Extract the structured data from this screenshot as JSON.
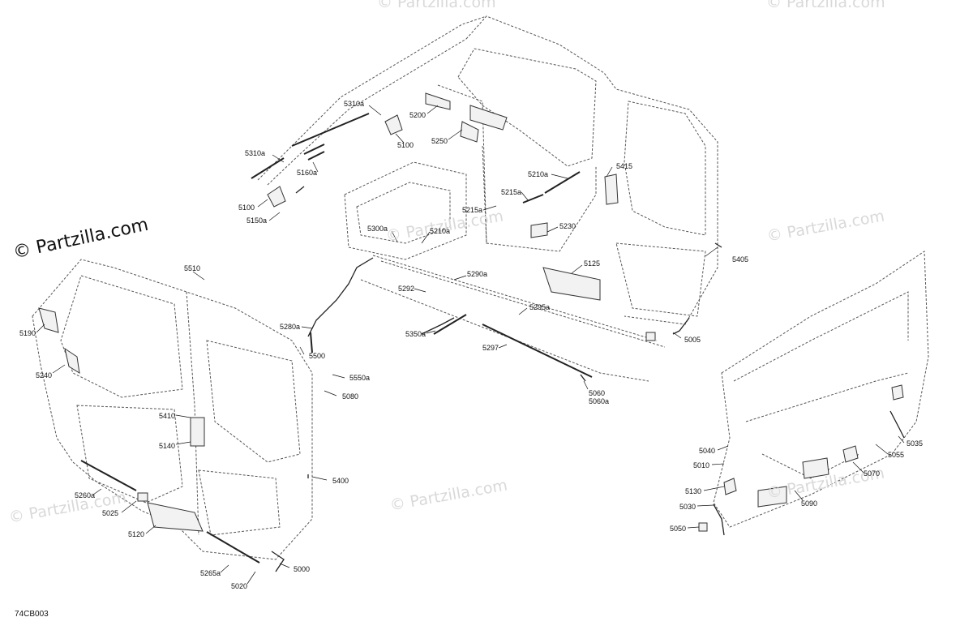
{
  "brand": "© Partzilla.com",
  "watermark": "© Partzilla.com",
  "diagram_code": "74CB003",
  "labels": {
    "l5310a_a": "5310a",
    "l5310a_b": "5310a",
    "l5160a": "5160a",
    "l5100_a": "5100",
    "l5150a": "5150a",
    "l5200": "5200",
    "l5100_b": "5100",
    "l5250": "5250",
    "l5210a_a": "5210a",
    "l5415": "5415",
    "l5215a_a": "5215a",
    "l5215a_b": "5215a",
    "l5230": "5230",
    "l5300a": "5300a",
    "l5210a_b": "5210a",
    "l5405": "5405",
    "l5125": "5125",
    "l5290a": "5290a",
    "l5292": "5292",
    "l5295a": "5295a",
    "l5280a": "5280a",
    "l5350a": "5350a",
    "l5005": "5005",
    "l5500": "5500",
    "l5297": "5297",
    "l5550a": "5550a",
    "l5080": "5080",
    "l5060": "5060",
    "l5060a": "5060a",
    "l5510": "5510",
    "l5190": "5190",
    "l5240": "5240",
    "l5410": "5410",
    "l5140": "5140",
    "l5400": "5400",
    "l5260a": "5260a",
    "l5025": "5025",
    "l5120": "5120",
    "l5000": "5000",
    "l5265a": "5265a",
    "l5020": "5020",
    "l5040": "5040",
    "l5035": "5035",
    "l5010": "5010",
    "l5055": "5055",
    "l5070": "5070",
    "l5130": "5130",
    "l5090": "5090",
    "l5030": "5030",
    "l5050": "5050"
  }
}
